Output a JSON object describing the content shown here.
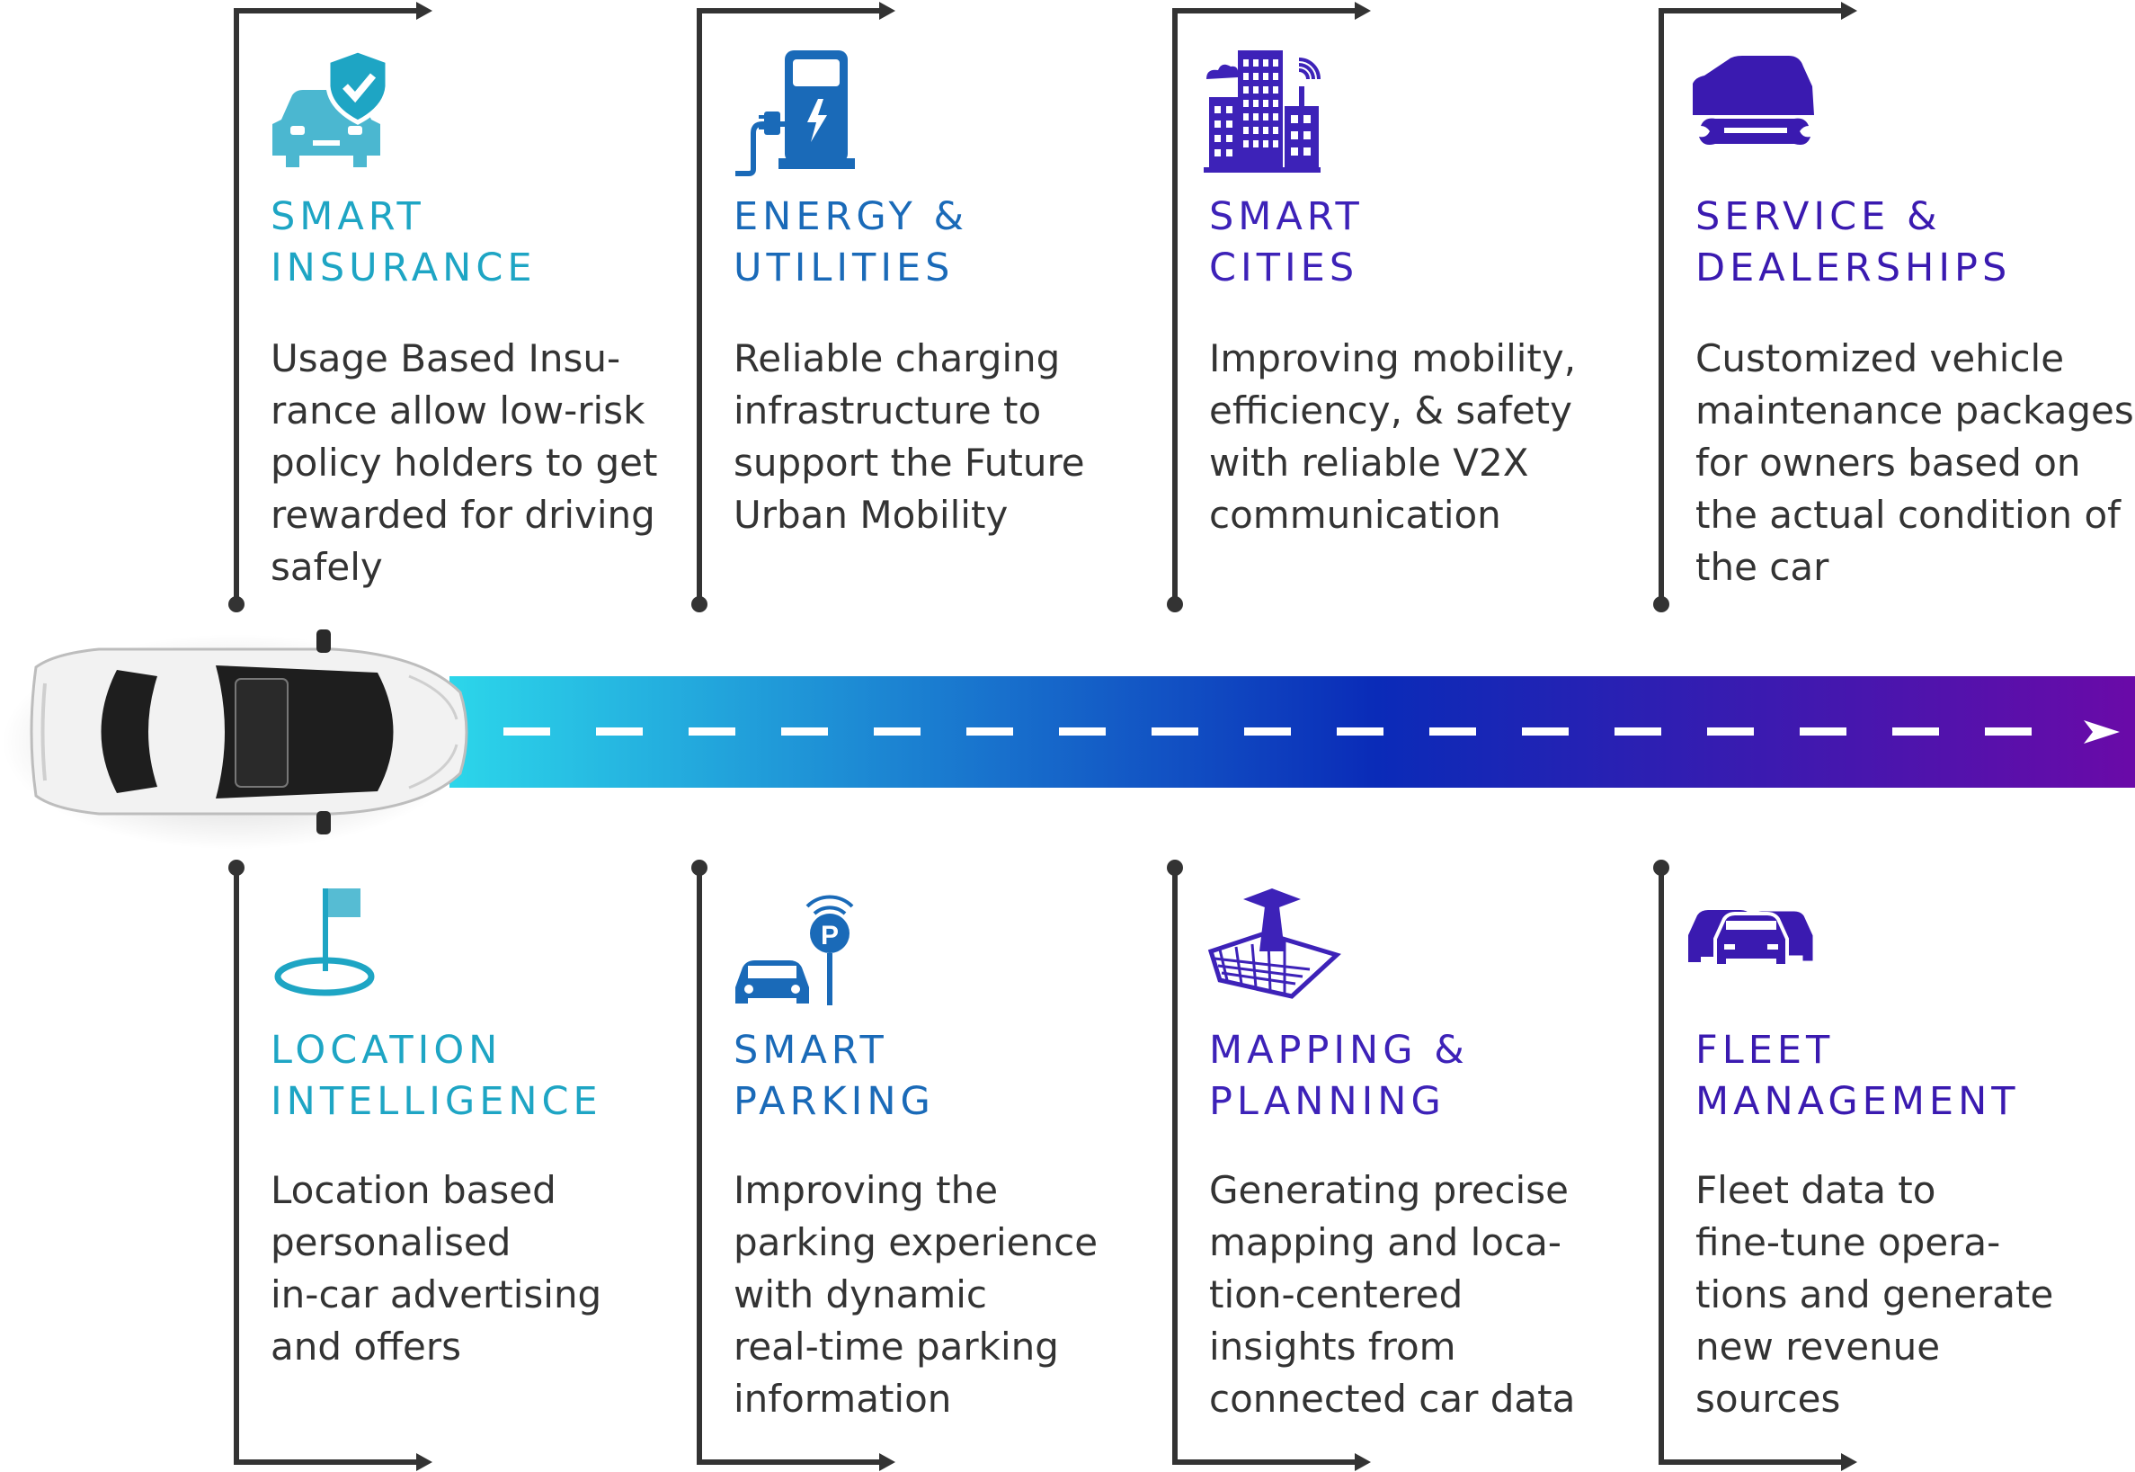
{
  "colors": {
    "cyan": "#1ea5c4",
    "blue": "#1a5fb4",
    "indigo": "#3d22b8",
    "deep_indigo": "#3a1ab0",
    "connector": "#333333",
    "road_start": "#2cd6ea",
    "road_mid": "#0a2bb8",
    "road_end": "#6a0aa8"
  },
  "tiles": [
    {
      "id": "smart-insurance",
      "row": "top",
      "col": 0,
      "icon": "car-shield-icon",
      "color": "#1ea5c4",
      "title_lines": [
        "SMART",
        "INSURANCE"
      ],
      "desc_lines": [
        "Usage Based Insu-",
        "rance allow low-risk",
        "policy holders to get",
        "rewarded for driving",
        "safely"
      ]
    },
    {
      "id": "energy-utilities",
      "row": "top",
      "col": 1,
      "icon": "charging-station-icon",
      "color": "#1a6ab8",
      "title_lines": [
        "ENERGY &",
        "UTILITIES"
      ],
      "desc_lines": [
        "Reliable charging",
        "infrastructure to",
        "support the Future",
        "Urban Mobility"
      ]
    },
    {
      "id": "smart-cities",
      "row": "top",
      "col": 2,
      "icon": "city-buildings-icon",
      "color": "#3d22b8",
      "title_lines": [
        "SMART",
        "CITIES"
      ],
      "desc_lines": [
        "Improving mobility,",
        "efficiency, & safety",
        "with reliable V2X",
        "communication"
      ]
    },
    {
      "id": "service-dealerships",
      "row": "top",
      "col": 3,
      "icon": "car-wrench-icon",
      "color": "#3a1ab0",
      "title_lines": [
        "SERVICE &",
        "DEALERSHIPS"
      ],
      "desc_lines": [
        "Customized vehicle",
        "maintenance packages",
        "for owners based on",
        "the actual condition of",
        "the car"
      ]
    },
    {
      "id": "location-intelligence",
      "row": "bottom",
      "col": 0,
      "icon": "location-flag-icon",
      "color": "#1ea5c4",
      "title_lines": [
        "LOCATION",
        "INTELLIGENCE"
      ],
      "desc_lines": [
        "Location based",
        "personalised",
        "in-car advertising",
        "and offers"
      ]
    },
    {
      "id": "smart-parking",
      "row": "bottom",
      "col": 1,
      "icon": "parking-sign-car-icon",
      "color": "#1a6ab8",
      "title_lines": [
        "SMART",
        "PARKING"
      ],
      "desc_lines": [
        "Improving the",
        "parking experience",
        "with dynamic",
        "real-time parking",
        "information"
      ]
    },
    {
      "id": "mapping-planning",
      "row": "bottom",
      "col": 2,
      "icon": "map-pin-icon",
      "color": "#3d22b8",
      "title_lines": [
        "MAPPING &",
        "PLANNING"
      ],
      "desc_lines": [
        "Generating precise",
        "mapping and loca-",
        "tion-centered",
        "insights from",
        "connected car data"
      ]
    },
    {
      "id": "fleet-management",
      "row": "bottom",
      "col": 3,
      "icon": "car-fleet-icon",
      "color": "#3a1ab0",
      "title_lines": [
        "FLEET",
        "MANAGEMENT"
      ],
      "desc_lines": [
        "Fleet data to",
        "fine-tune opera-",
        "tions and generate",
        "new revenue",
        "sources"
      ]
    }
  ]
}
